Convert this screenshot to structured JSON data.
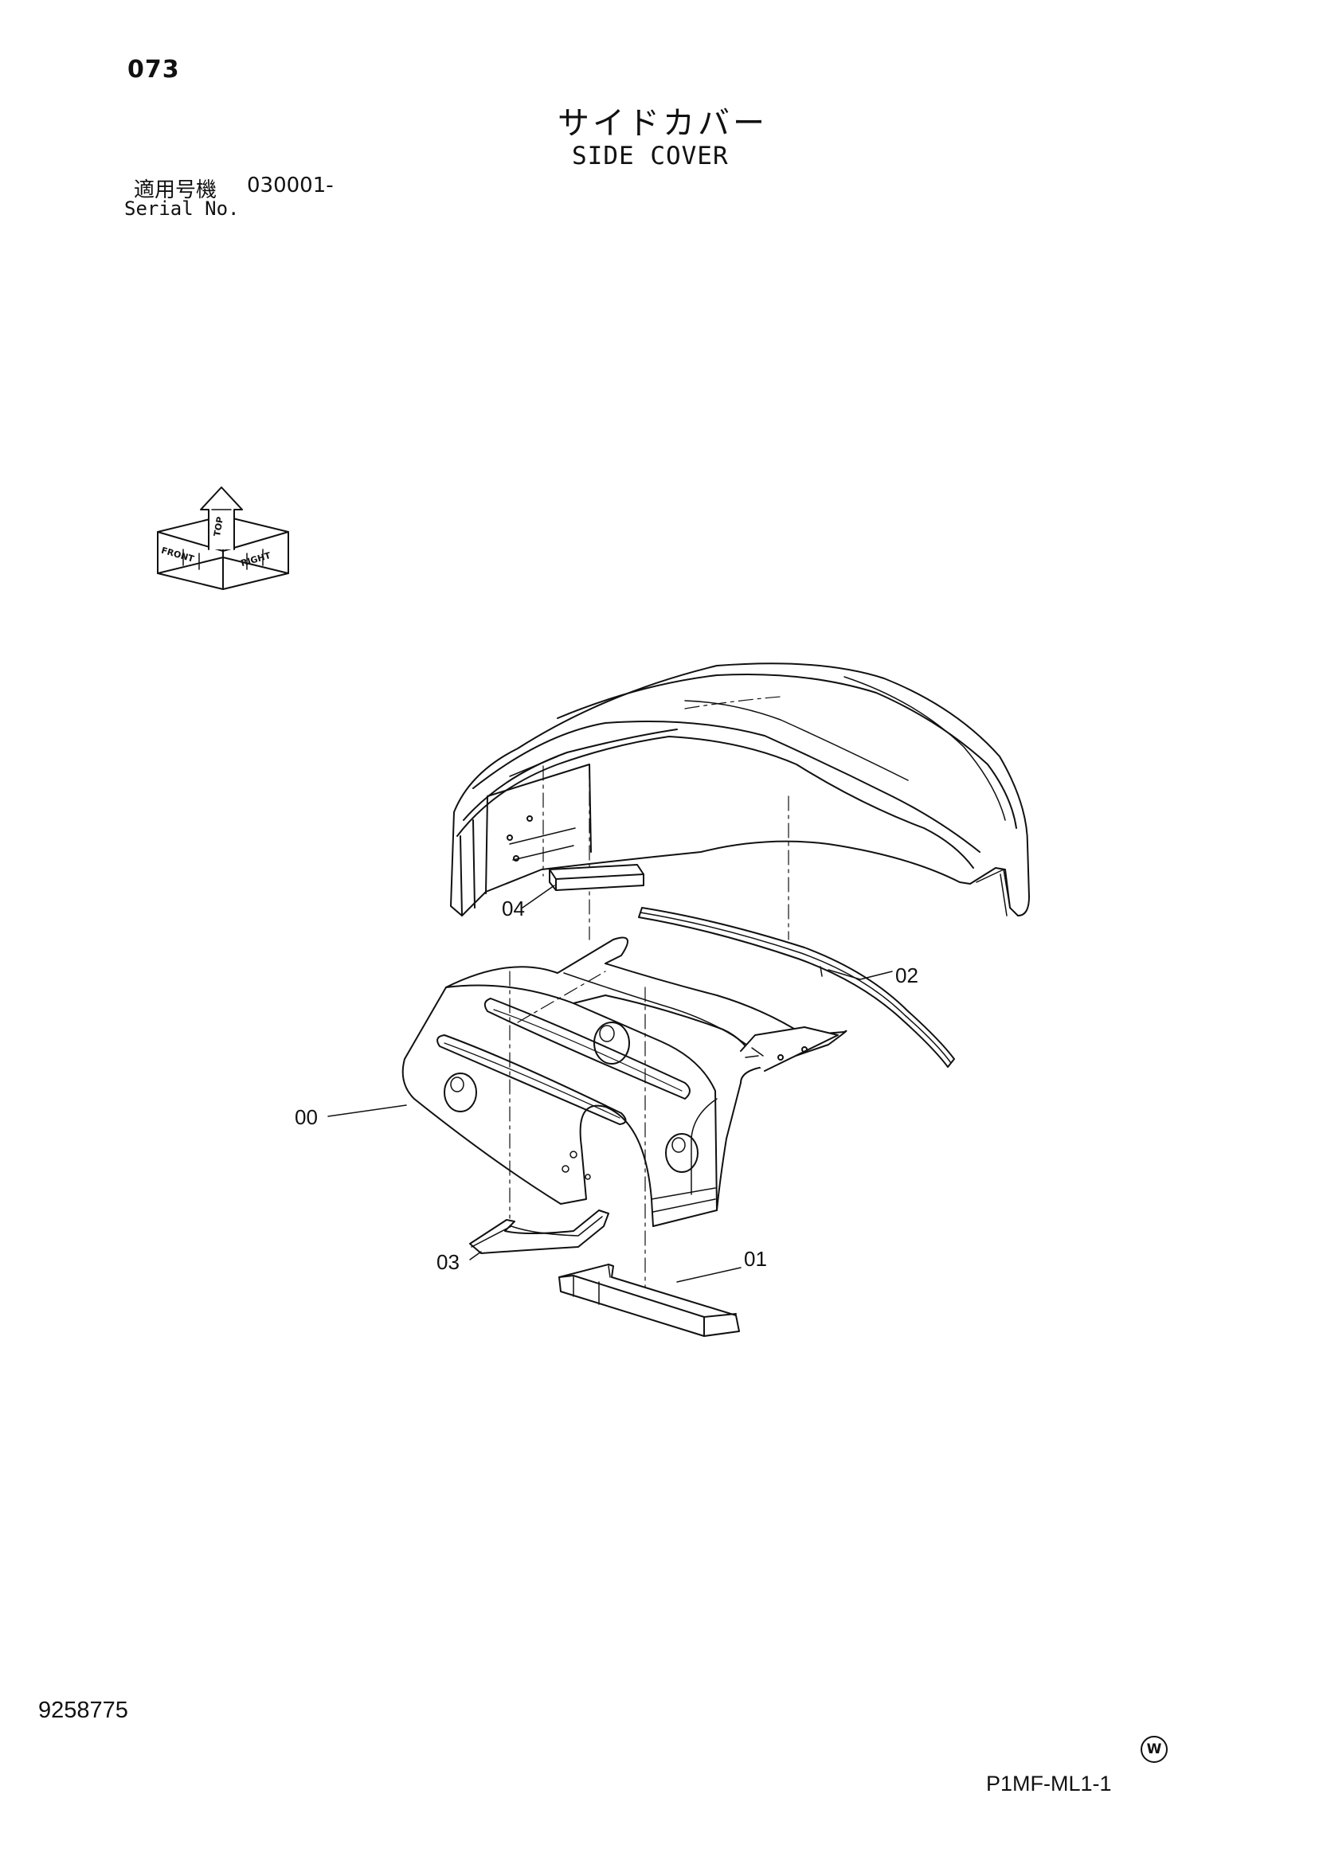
{
  "header": {
    "page_number": "073",
    "title_jp": "サイドカバー",
    "title_en": "SIDE COVER",
    "serial_label_jp": "適用号機",
    "serial_value": "030001-",
    "serial_label_en": "Serial No."
  },
  "orientation_icon": {
    "labels": [
      "FRONT",
      "TOP",
      "RIGHT"
    ],
    "icon": "orientation-cube-icon"
  },
  "callouts": [
    {
      "label": "00"
    },
    {
      "label": "01"
    },
    {
      "label": "02"
    },
    {
      "label": "03"
    },
    {
      "label": "04"
    }
  ],
  "footer": {
    "document_number": "9258775",
    "mark": "W",
    "document_code": "P1MF-ML1-1"
  }
}
